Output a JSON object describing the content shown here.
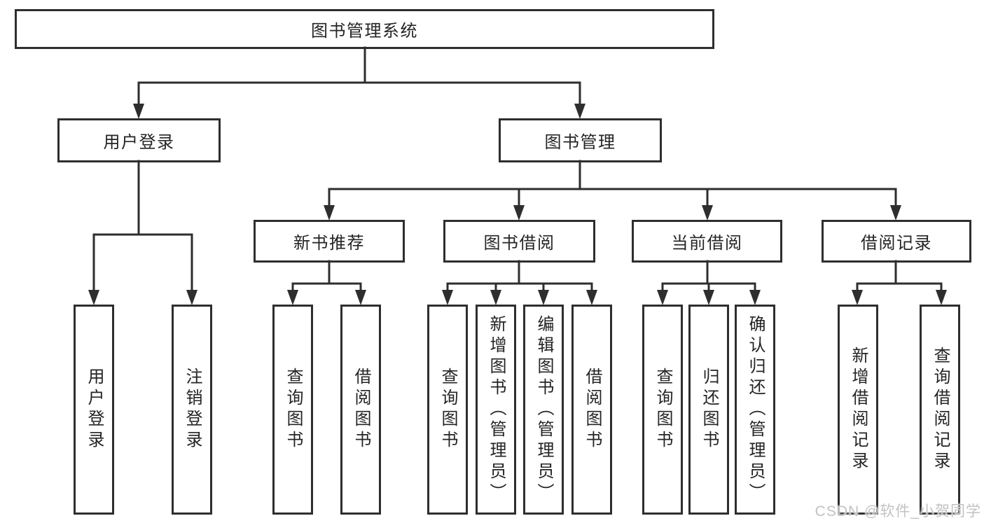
{
  "diagram_title": "图书管理系统",
  "nodes": {
    "root": "图书管理系统",
    "user_login": "用户登录",
    "book_mgmt": "图书管理",
    "new_book_rec": "新书推荐",
    "book_borrow": "图书借阅",
    "current_borrow": "当前借阅",
    "borrow_record": "借阅记录",
    "leaf_user_login": "用户登录",
    "leaf_logout": "注销登录",
    "leaf_query_book_rec": "查询图书",
    "leaf_borrow_book_rec": "借阅图书",
    "leaf_query_book_borrow": "查询图书",
    "leaf_add_book_admin": "新增图书（管理员）",
    "leaf_edit_book_admin": "编辑图书（管理员）",
    "leaf_borrow_book": "借阅图书",
    "leaf_query_book_current": "查询图书",
    "leaf_return_book": "归还图书",
    "leaf_confirm_return_admin": "确认归还（管理员）",
    "leaf_add_borrow_record": "新增借阅记录",
    "leaf_query_borrow_record": "查询借阅记录"
  },
  "watermark": "CSDN @软件_小贺同学",
  "colors": {
    "line": "#2e2e2e",
    "text": "#242424",
    "background": "#ffffff",
    "watermark": "#c2c2c2"
  }
}
